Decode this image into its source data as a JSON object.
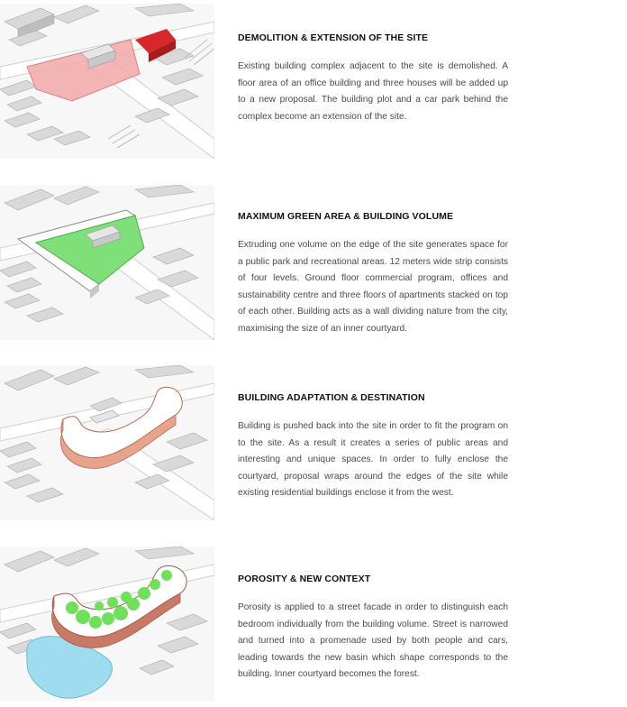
{
  "steps": [
    {
      "title": "DEMOLITION & EXTENSION OF THE SITE",
      "body": "Existing building complex adjacent to the site is demolished. A floor area of an office building and three houses will be added up to a new proposal. The building plot and a car park behind the complex become an extension of the site.",
      "diagram_highlight": "#f2a8a8",
      "diagram_accent": "#d9262b"
    },
    {
      "title": "MAXIMUM GREEN AREA & BUILDING VOLUME",
      "body": "Extruding one volume on the edge of the site generates space for a public park and recreational areas. 12 meters wide strip consists of four levels. Ground floor commercial program, offices and sustainability centre and three floors  of apartments stacked on top of each other. Building acts as a wall dividing nature from the city, maximising the size of an inner courtyard.",
      "diagram_highlight": "#7fe07a"
    },
    {
      "title": "BUILDING ADAPTATION & DESTINATION",
      "body": "Building is pushed back into the site  in order to fit the program on to the site. As a result it creates a series of public areas and interesting and unique spaces. In order to fully enclose the courtyard, proposal wraps around the edges of the site while existing residential buildings enclose it from the west.",
      "diagram_highlight": "#e8a38c"
    },
    {
      "title": "POROSITY & NEW CONTEXT",
      "body": "Porosity is applied to a street facade in order to distinguish each bedroom individually from the building volume. Street is narrowed and turned into a promenade used by both people and cars, leading towards the new basin which shape corresponds to the building. Inner courtyard becomes the forest.",
      "diagram_highlight": "#6ee05a",
      "diagram_water": "#9fdcf0"
    }
  ]
}
